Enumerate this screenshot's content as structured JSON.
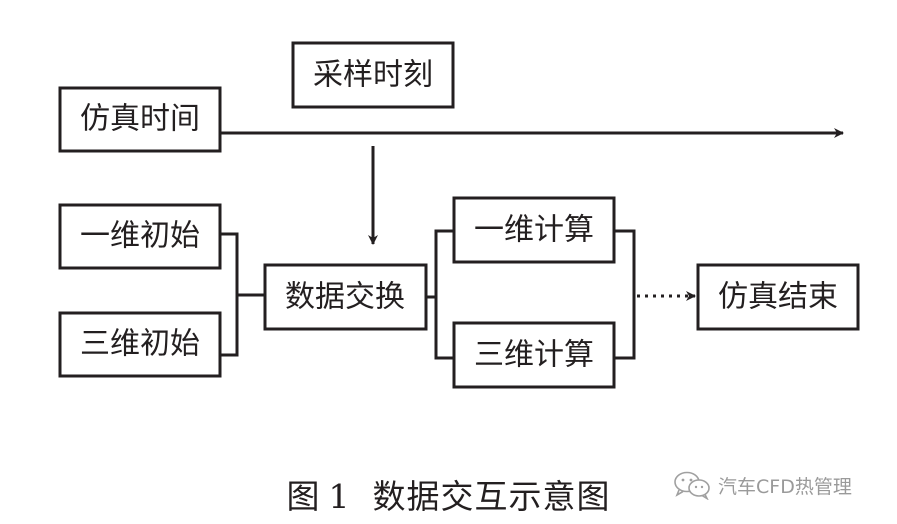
{
  "diagram": {
    "nodes": {
      "sampling_moment": "采样时刻",
      "sim_time": "仿真时间",
      "init_1d": "一维初始",
      "init_3d": "三维初始",
      "data_exchange": "数据交换",
      "calc_1d": "一维计算",
      "calc_3d": "三维计算",
      "sim_end": "仿真结束"
    },
    "caption": {
      "label": "图",
      "number": "1",
      "title": "数据交互示意图"
    }
  },
  "watermark": {
    "text": "汽车CFD热管理",
    "icon": "wechat-icon"
  },
  "colors": {
    "ink": "#231f20",
    "watermark": "#9a9a9a"
  }
}
